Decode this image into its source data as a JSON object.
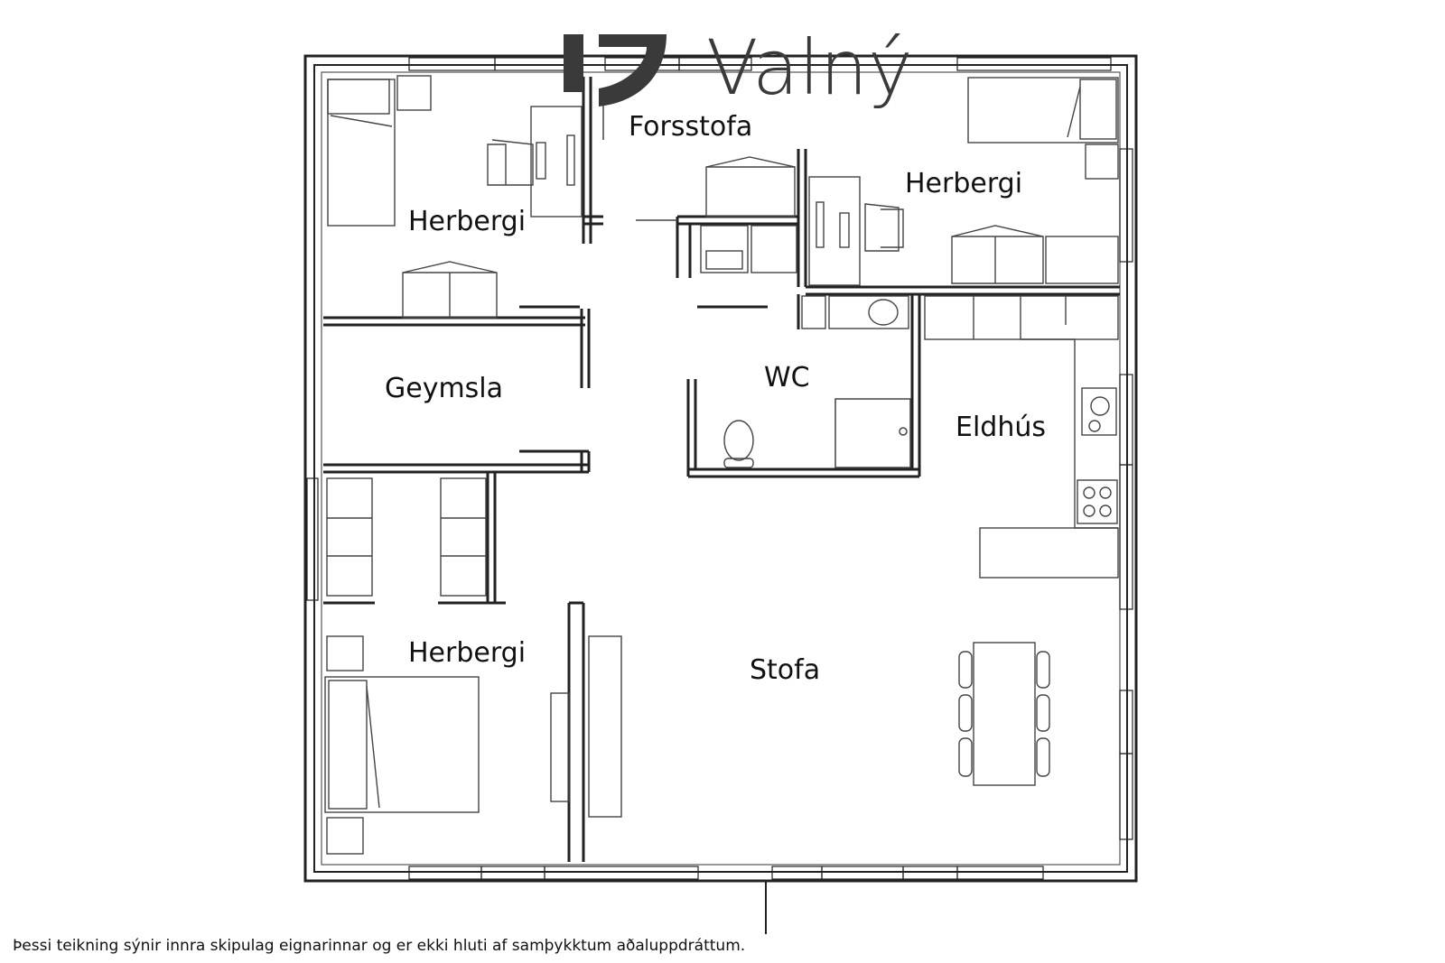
{
  "brand": {
    "name": "Valný"
  },
  "rooms": {
    "entrance": "Forsstofa",
    "bedroom_top_left": "Herbergi",
    "bedroom_top_right": "Herbergi",
    "storage": "Geymsla",
    "wc": "WC",
    "kitchen": "Eldhús",
    "bedroom_bottom_left": "Herbergi",
    "living_room": "Stofa"
  },
  "disclaimer": "Þessi teikning sýnir innra skipulag eignarinnar og er ekki hluti af samþykktum aðaluppdráttum."
}
